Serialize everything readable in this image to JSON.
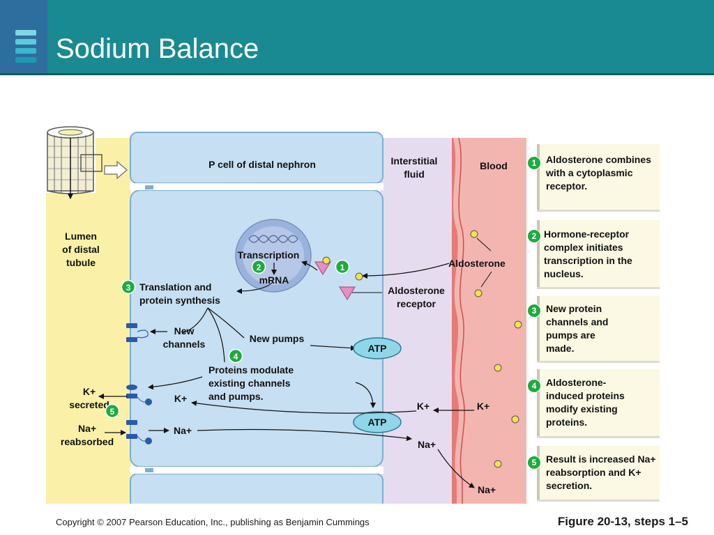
{
  "header": {
    "title": "Sodium Balance"
  },
  "diagram": {
    "region_labels": {
      "p_cell": "P cell of distal nephron",
      "interstitial": "Interstitial\nfluid",
      "blood": "Blood",
      "lumen": "Lumen\nof distal\ntubule"
    },
    "labels": {
      "transcription": "Transcription",
      "mrna": "mRNA",
      "translation": "Translation and\nprotein synthesis",
      "aldosterone": "Aldosterone",
      "aldosterone_receptor": "Aldosterone\nreceptor",
      "new_channels": "New\nchannels",
      "new_pumps": "New pumps",
      "atp_top": "ATP",
      "atp_bottom": "ATP",
      "proteins_modulate": "Proteins modulate\nexisting channels\nand pumps.",
      "k_secreted": "K+\nsecreted",
      "na_reabsorbed": "Na+\nreabsorbed",
      "k_cell": "K+",
      "na_cell": "Na+",
      "k_interstitial": "K+",
      "k_blood": "K+",
      "na_interstitial": "Na+",
      "na_blood": "Na+"
    },
    "badges": {
      "b1": "1",
      "b2": "2",
      "b3": "3",
      "b4": "4",
      "b5": "5"
    }
  },
  "steps": [
    {
      "number": "1",
      "text": "Aldosterone combines with a cytoplasmic receptor."
    },
    {
      "number": "2",
      "text": "Hormone-receptor complex initiates transcription in the nucleus."
    },
    {
      "number": "3",
      "text": "New protein channels and pumps are made."
    },
    {
      "number": "4",
      "text": "Aldosterone-induced proteins modify existing proteins."
    },
    {
      "number": "5",
      "text": "Result is increased Na+ reabsorption and K+ secretion."
    }
  ],
  "footer": {
    "copyright": "Copyright © 2007 Pearson Education, Inc., publishing as Benjamin Cummings",
    "figure": "Figure 20-13, steps 1–5"
  },
  "colors": {
    "header": "#1a8a92",
    "header_accent": "#2e6e9e",
    "cell": "#c6dff2",
    "lumen": "#fbf0a8",
    "interstitial": "#e6dcef",
    "blood": "#f3b5b0",
    "badge": "#1eab3f",
    "aldosterone": "#f3e24c",
    "receptor": "#e88dc0",
    "channel": "#2b5aa8",
    "atp": "#8fd6e8"
  }
}
